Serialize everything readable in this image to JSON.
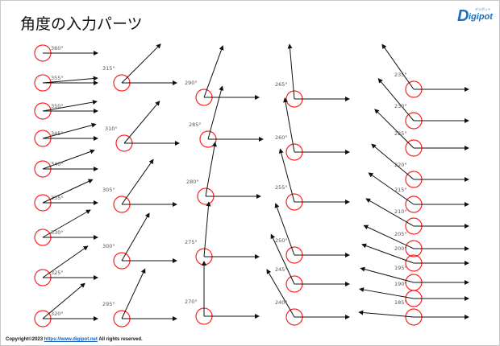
{
  "title": "角度の入力パーツ",
  "logo": {
    "text": "Digipot",
    "ruby": "デジポット"
  },
  "footer": {
    "prefix": "Copyright©2023 ",
    "link": "https://www.digipot.net",
    "suffix": " All rights reserved."
  },
  "colors": {
    "circle": "#ff2020",
    "line": "#111111",
    "label": "#555555"
  },
  "angles": [
    360,
    355,
    350,
    345,
    340,
    335,
    330,
    325,
    320,
    315,
    310,
    305,
    300,
    295,
    290,
    285,
    280,
    275,
    270,
    265,
    260,
    255,
    250,
    245,
    240,
    235,
    230,
    225,
    220,
    215,
    210,
    205,
    200,
    195,
    190,
    185
  ],
  "labels": [
    "360°",
    "355°",
    "350°",
    "345°",
    "340°",
    "335°",
    "330°",
    "325°",
    "320°",
    "315°",
    "310°",
    "305°",
    "300°",
    "295°",
    "290°",
    "285°",
    "280°",
    "275°",
    "270°",
    "265°",
    "260°",
    "255°",
    "250°",
    "245°",
    "240°",
    "235°",
    "230°",
    "225°",
    "220°",
    "215°",
    "210°",
    "205°",
    "200°",
    "195°",
    "190°",
    "185°"
  ]
}
